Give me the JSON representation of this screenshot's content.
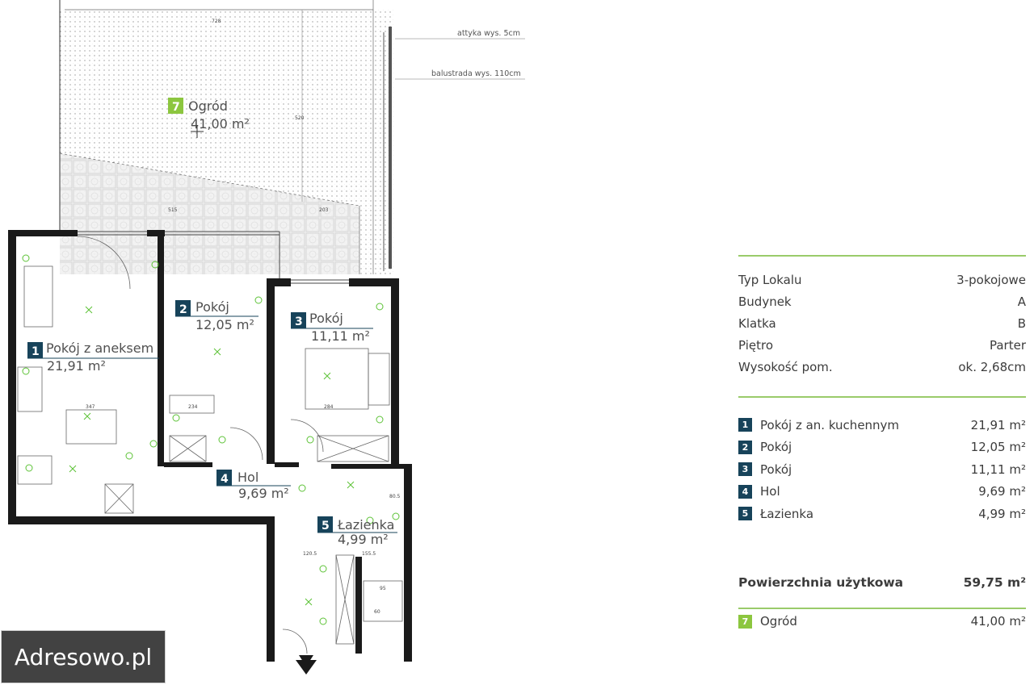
{
  "notes": {
    "attyka": "attyka wys. 5cm",
    "balustrada": "balustrada wys. 110cm"
  },
  "rooms_on_plan": [
    {
      "num": "1",
      "name": "Pokój z aneksem",
      "area": "21,91 m²"
    },
    {
      "num": "2",
      "name": "Pokój",
      "area": "12,05 m²"
    },
    {
      "num": "3",
      "name": "Pokój",
      "area": "11,11 m²"
    },
    {
      "num": "4",
      "name": "Hol",
      "area": "9,69 m²"
    },
    {
      "num": "5",
      "name": "Łazienka",
      "area": "4,99 m²"
    },
    {
      "num": "7",
      "name": "Ogród",
      "area": "41,00 m²"
    }
  ],
  "info": {
    "rows": [
      {
        "label": "Typ Lokalu",
        "value": "3-pokojowe"
      },
      {
        "label": "Budynek",
        "value": "A"
      },
      {
        "label": "Klatka",
        "value": "B"
      },
      {
        "label": "Piętro",
        "value": "Parter"
      },
      {
        "label": "Wysokość pom.",
        "value": "ok. 2,68cm"
      }
    ],
    "rooms": [
      {
        "num": "1",
        "name": "Pokój z an. kuchennym",
        "area": "21,91 m²"
      },
      {
        "num": "2",
        "name": "Pokój",
        "area": "12,05 m²"
      },
      {
        "num": "3",
        "name": "Pokój",
        "area": "11,11 m²"
      },
      {
        "num": "4",
        "name": "Hol",
        "area": "9,69 m²"
      },
      {
        "num": "5",
        "name": "Łazienka",
        "area": "4,99 m²"
      }
    ],
    "total_label": "Powierzchnia użytkowa",
    "total_value": "59,75 m²",
    "garden": {
      "num": "7",
      "name": "Ogród",
      "area": "41,00 m²"
    }
  },
  "watermark": "Adresowo.pl",
  "colors": {
    "badge_dark": "#17435a",
    "badge_green": "#8cc63f",
    "rule_green": "#9acb6a",
    "wall": "#1a1a1a",
    "electric": "#5cc236"
  }
}
